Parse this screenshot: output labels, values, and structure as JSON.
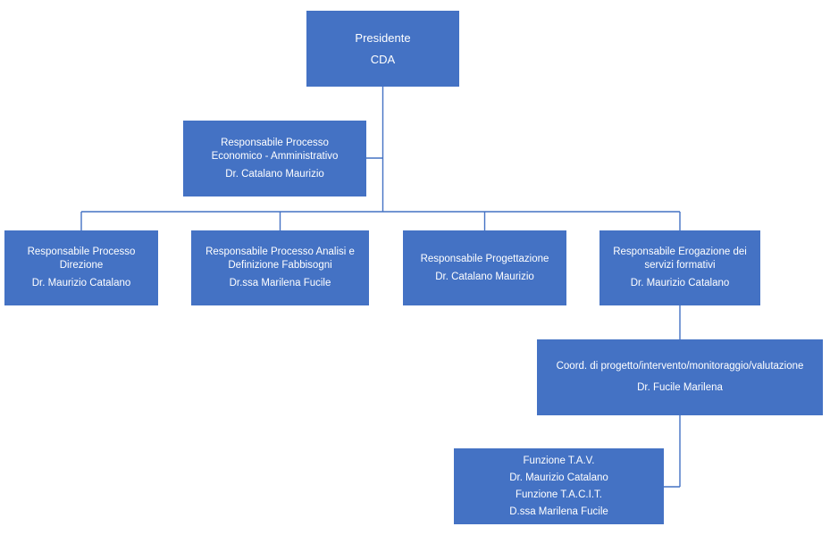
{
  "org_chart": {
    "presidente": {
      "line1": "Presidente",
      "line2": "CDA"
    },
    "economico": {
      "line1": "Responsabile Processo",
      "line2": "Economico - Amministrativo",
      "person": "Dr. Catalano Maurizio"
    },
    "direzione": {
      "line1": "Responsabile Processo",
      "line2": "Direzione",
      "person": "Dr. Maurizio Catalano"
    },
    "analisi": {
      "line1": "Responsabile Processo Analisi e",
      "line2": "Definizione Fabbisogni",
      "person": "Dr.ssa Marilena Fucile"
    },
    "progettazione": {
      "line1": "Responsabile Progettazione",
      "person": "Dr. Catalano Maurizio"
    },
    "erogazione": {
      "line1": "Responsabile Erogazione dei",
      "line2": "servizi formativi",
      "person": "Dr. Maurizio Catalano"
    },
    "coord": {
      "line1": "Coord. di progetto/intervento/monitoraggio/valutazione",
      "person": "Dr. Fucile  Marilena"
    },
    "funzioni": {
      "line1": "Funzione T.A.V.",
      "line2": "Dr. Maurizio Catalano",
      "line3": "Funzione T.A.C.I.T.",
      "line4": "D.ssa Marilena Fucile"
    }
  },
  "colors": {
    "box_fill": "#4472c4",
    "connector": "#4472c4",
    "text": "#ffffff"
  }
}
